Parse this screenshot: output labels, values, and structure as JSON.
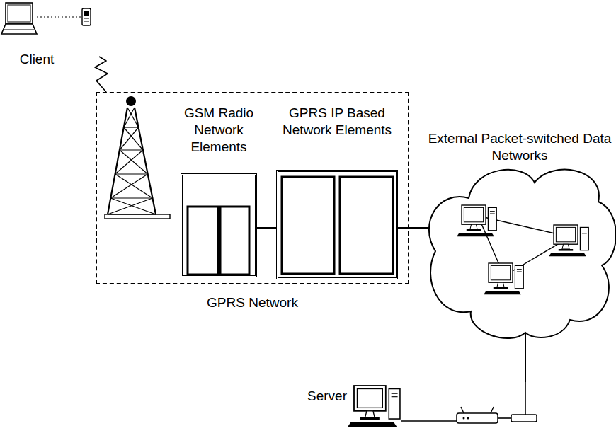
{
  "diagram": {
    "nodes": [
      {
        "text": [
          "Client"
        ]
      },
      {
        "text": [
          "GPRS Network"
        ]
      },
      {
        "text": [
          "GSM Radio Network Elements"
        ],
        "in": 1
      },
      {
        "text": [
          "GPRS IP Based Network Elements"
        ],
        "in": 1
      },
      {
        "text": [
          "External Packet-switched Data Networks"
        ]
      },
      {
        "text": [
          "Server"
        ]
      }
    ],
    "edges": [
      {
        "from": 0,
        "to": 1,
        "arrow": "none"
      },
      {
        "from": 2,
        "to": 3,
        "arrow": "none"
      },
      {
        "from": 3,
        "to": 4,
        "arrow": "none"
      },
      {
        "from": 4,
        "to": 5,
        "arrow": "none"
      }
    ]
  }
}
